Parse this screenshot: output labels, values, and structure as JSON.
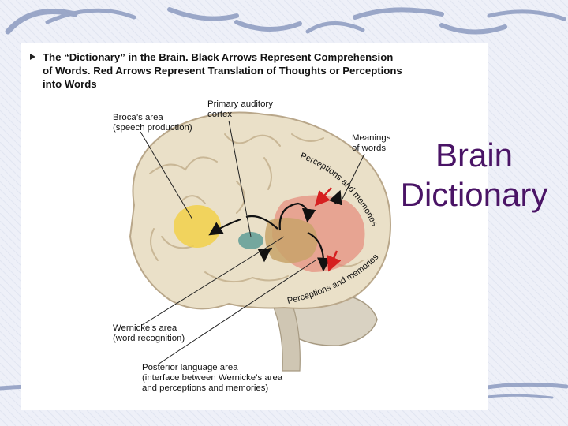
{
  "slide": {
    "title": "Brain\nDictionary"
  },
  "figure": {
    "caption": "The “Dictionary” in the Brain. Black Arrows Represent Comprehension\nof Words. Red Arrows Represent Translation of Thoughts or Perceptions\ninto Words",
    "labels": {
      "brocas_area": "Broca’s area\n(speech production)",
      "primary_auditory_cortex": "Primary auditory\ncortex",
      "meanings_of_words": "Meanings\nof words",
      "wernickes_area": "Wernicke’s area\n(word recognition)",
      "posterior_language_area": "Posterior language area\n(interface between Wernicke’s area\nand perceptions and memories)",
      "arc_upper": "Perceptions and memories",
      "arc_lower": "Perceptions and memories"
    },
    "colors": {
      "brocas_area": "#f2d04a",
      "wernickes_area": "#c8a36a",
      "posterior_area": "#e58a7a",
      "auditory_cortex": "#5f9c96",
      "comprehension_arrows": "#111111",
      "translation_arrows": "#d62020"
    }
  },
  "legend": {
    "black_arrows": "Comprehension of Words",
    "red_arrows": "Translation of Thoughts or Perceptions into Words"
  }
}
